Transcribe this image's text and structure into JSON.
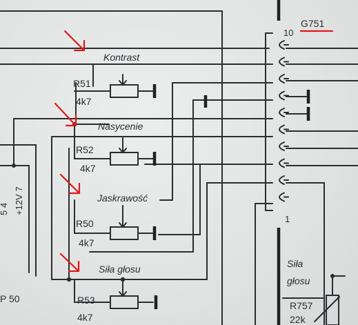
{
  "labels": {
    "kontrast": "Kontrast",
    "nasycenie": "Nasycenie",
    "jaskrawosc": "Jaskrawość",
    "sila_glosu": "Siła głosu"
  },
  "resistors": {
    "r51": {
      "name": "R51",
      "value": "4k7"
    },
    "r52": {
      "name": "R52",
      "value": "4k7"
    },
    "r50": {
      "name": "R50",
      "value": "4k7"
    },
    "r53": {
      "name": "R53",
      "value": "4k7"
    }
  },
  "connector": {
    "name": "G751",
    "pin_top": "10",
    "pin_bottom": "1",
    "contact_count": 10
  },
  "right": {
    "sila": "Siła",
    "glosu": "głosu",
    "r757": "R757",
    "r757_value": "22k"
  },
  "ic": {
    "name": "P 50",
    "voltage": "+12V 7",
    "pins_fragment": "5 4"
  },
  "colors": {
    "ink": "#2a2c2e",
    "annotation": "#e01818",
    "paper": "#e4e6e6"
  }
}
